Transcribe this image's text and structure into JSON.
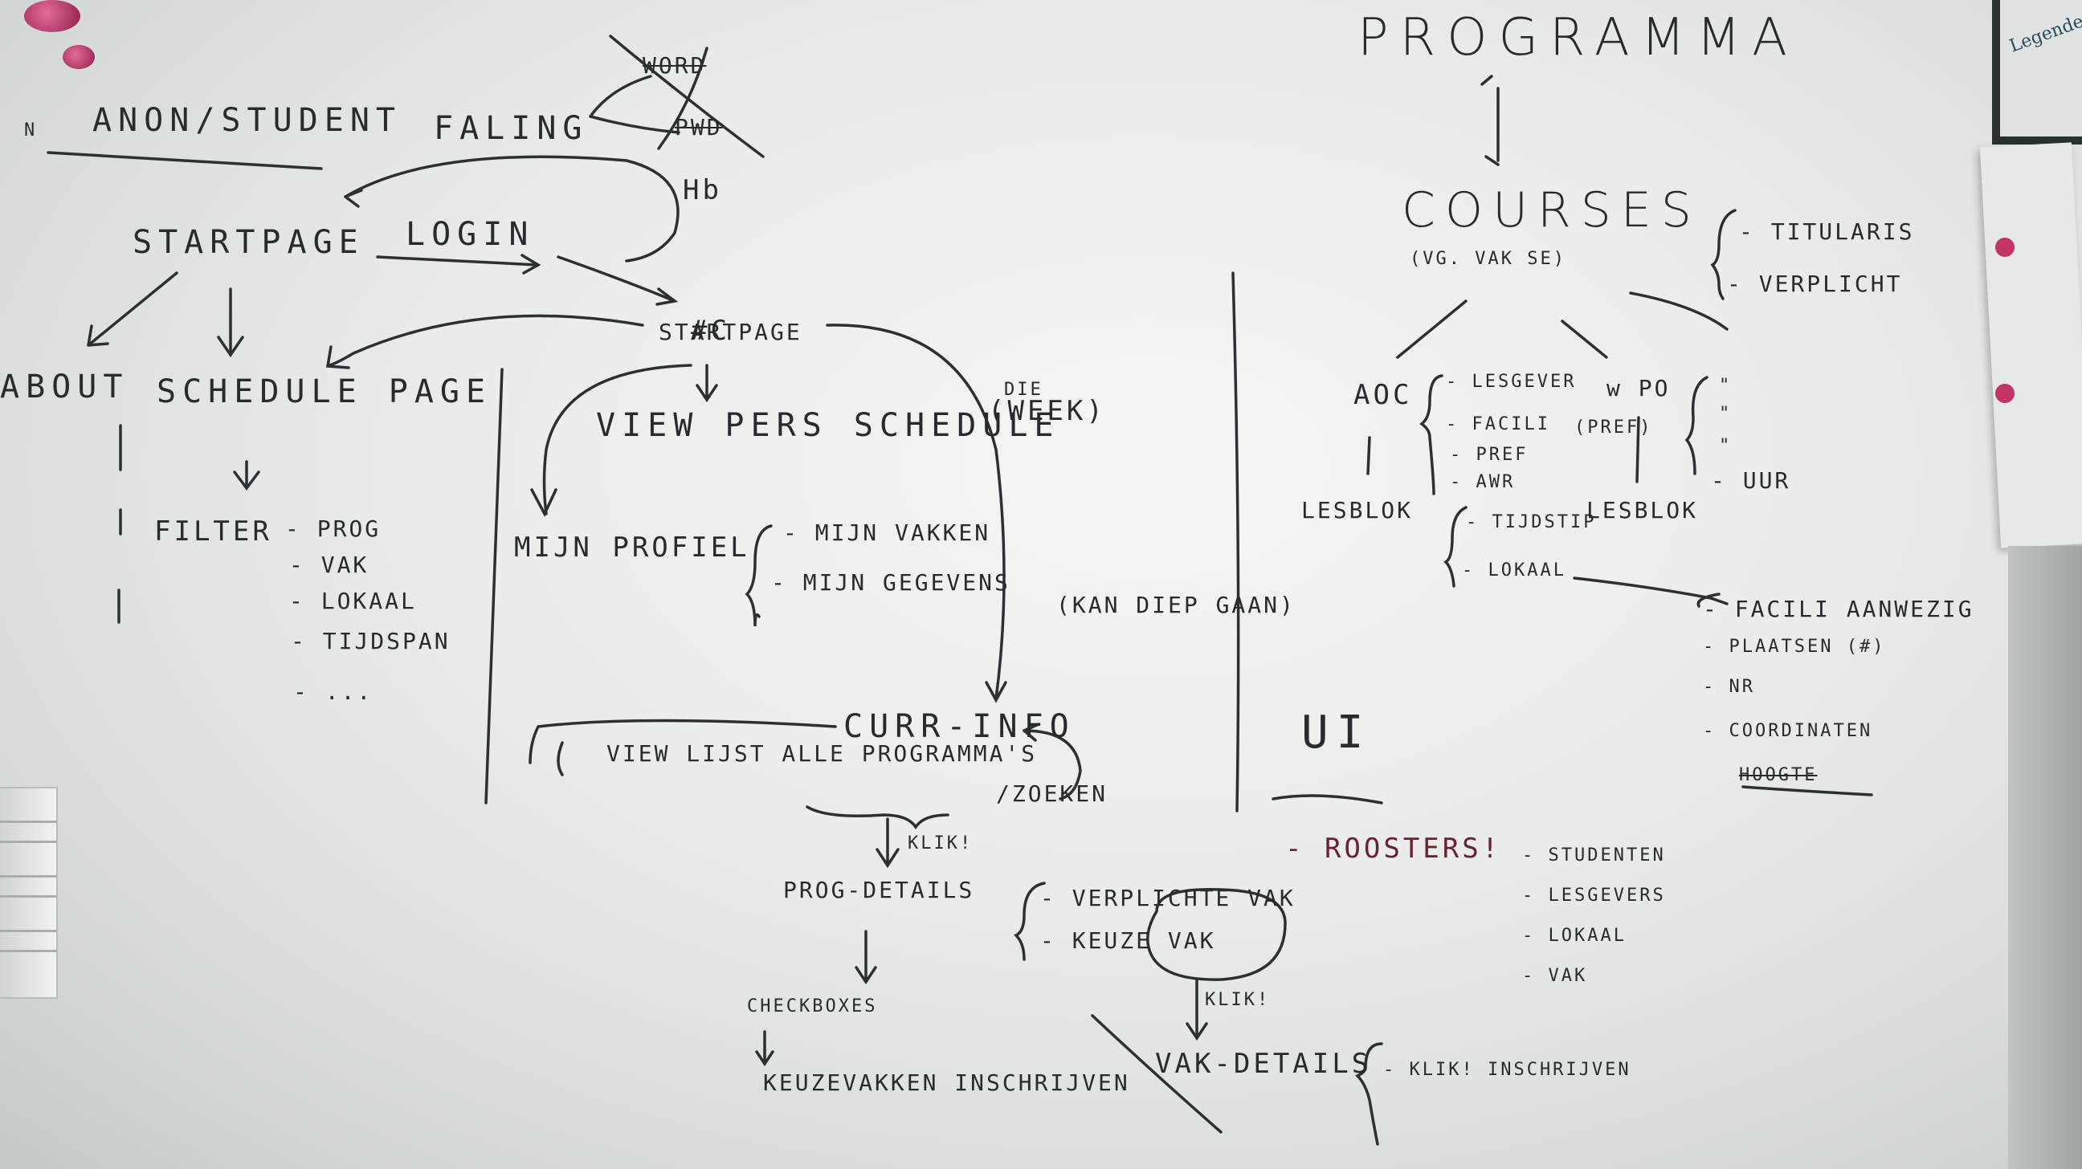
{
  "board": {
    "left": {
      "nm_anon": "N",
      "anon_student": "ANON/STUDENT",
      "faling": "FALING",
      "word": "WORD",
      "pwd": "PWD",
      "hb": "Hb",
      "startpage": "STARTPAGE",
      "login": "LOGIN",
      "about": "ABOUT",
      "schedule_page": "SCHEDULE PAGE",
      "filter": "FILTER",
      "filter_items": [
        "PROG",
        "VAK",
        "LOKAAL",
        "TIJDSPAN",
        "..."
      ],
      "startpage2": "STARTPAGE",
      "hash_mark": "#C",
      "view_pers_schedule": "VIEW PERS SCHEDULE",
      "die_week": "(WEEK)",
      "die": "DIE",
      "mijn_profiel": "MIJN PROFIEL",
      "profiel_items": [
        "MIJN VAKKEN",
        "MIJN GEGEVENS"
      ],
      "kan_diep_gaan": "(KAN DIEP GAAN)",
      "curr_info": "CURR-INFO",
      "view_lijst": "VIEW LIJST ALLE PROGRAMMA'S",
      "zoeken": "/ZOEKEN",
      "klik1": "KLIK!",
      "prog_details": "PROG-DETAILS",
      "details_items": [
        "VERPLICHTE VAK",
        "KEUZE VAK"
      ],
      "klik2": "KLIK!",
      "checkboxes": "CHECKBOXES",
      "keuzevakken": "KEUZEVAKKEN INSCHRIJVEN",
      "vak_details": "VAK-DETAILS",
      "klik_inschrijven": "- KLIK! INSCHRIJVEN"
    },
    "right": {
      "programma": "PROGRAMMA",
      "courses": "COURSES",
      "courses_sub": "(VG. VAK SE)",
      "titularis": "TITULARIS",
      "verplicht": "VERPLICHT",
      "aoc": "AOC",
      "aoc_items": [
        "LESGEVER",
        "FACILI",
        "PREF",
        "AWR"
      ],
      "w_po": "w PO",
      "pref_paren": "(PREF)",
      "ditto": [
        "\"",
        "\"",
        "\""
      ],
      "uur": "UUR",
      "lesblok": "LESBLOK",
      "lesblok2": "LESBLOK",
      "lesblok_items": [
        "TIJDSTIP",
        "LOKAAL"
      ],
      "lokaal_items": [
        "FACILI AANWEZIG",
        "PLAATSEN (#)",
        "NR",
        "COORDINATEN",
        "HOOGTE"
      ],
      "ui": "UI",
      "roosters": "- ROOSTERS!",
      "roosters_items": [
        "STUDENTEN",
        "LESGEVERS",
        "LOKAAL",
        "VAK"
      ]
    },
    "note_corner": "Legende"
  }
}
